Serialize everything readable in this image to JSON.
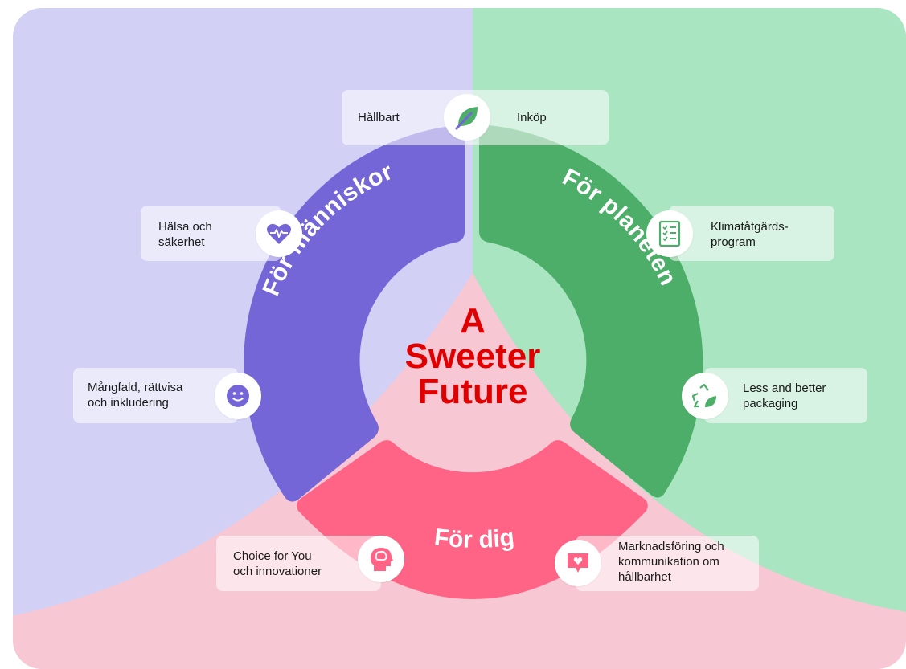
{
  "colors": {
    "people_bg": "#d2d0f5",
    "planet_bg": "#a8e5c0",
    "you_bg": "#f8c7d4",
    "people_ring": "#7566d8",
    "planet_ring": "#4cae69",
    "you_ring": "#ff6385",
    "title": "#e10000"
  },
  "center_title": {
    "line1": "A",
    "line2": "Sweeter",
    "line3": "Future"
  },
  "segments": {
    "people": "För människor",
    "planet": "För planeten",
    "you": "För dig"
  },
  "items": {
    "sustainable_purchasing": {
      "left": "Hållbart",
      "right": "Inköp",
      "icon": "leaf-icon"
    },
    "health_safety": {
      "line1": "Hälsa och",
      "line2": "säkerhet",
      "icon": "heart-pulse-icon"
    },
    "diversity": {
      "line1": "Mångfald, rättvisa",
      "line2": "och inkludering",
      "icon": "smiley-icon"
    },
    "climate_program": {
      "line1": "Klimatåtgärds-",
      "line2": "program",
      "icon": "checklist-icon"
    },
    "packaging": {
      "line1": "Less and better",
      "line2": "packaging",
      "icon": "recycle-leaf-icon"
    },
    "choice_for_you": {
      "line1": "Choice for You",
      "line2": "och innovationer",
      "icon": "head-brain-icon"
    },
    "marketing": {
      "line1": "Marknadsföring och",
      "line2": "kommunikation om",
      "line3": "hållbarhet",
      "icon": "heart-message-icon"
    }
  }
}
